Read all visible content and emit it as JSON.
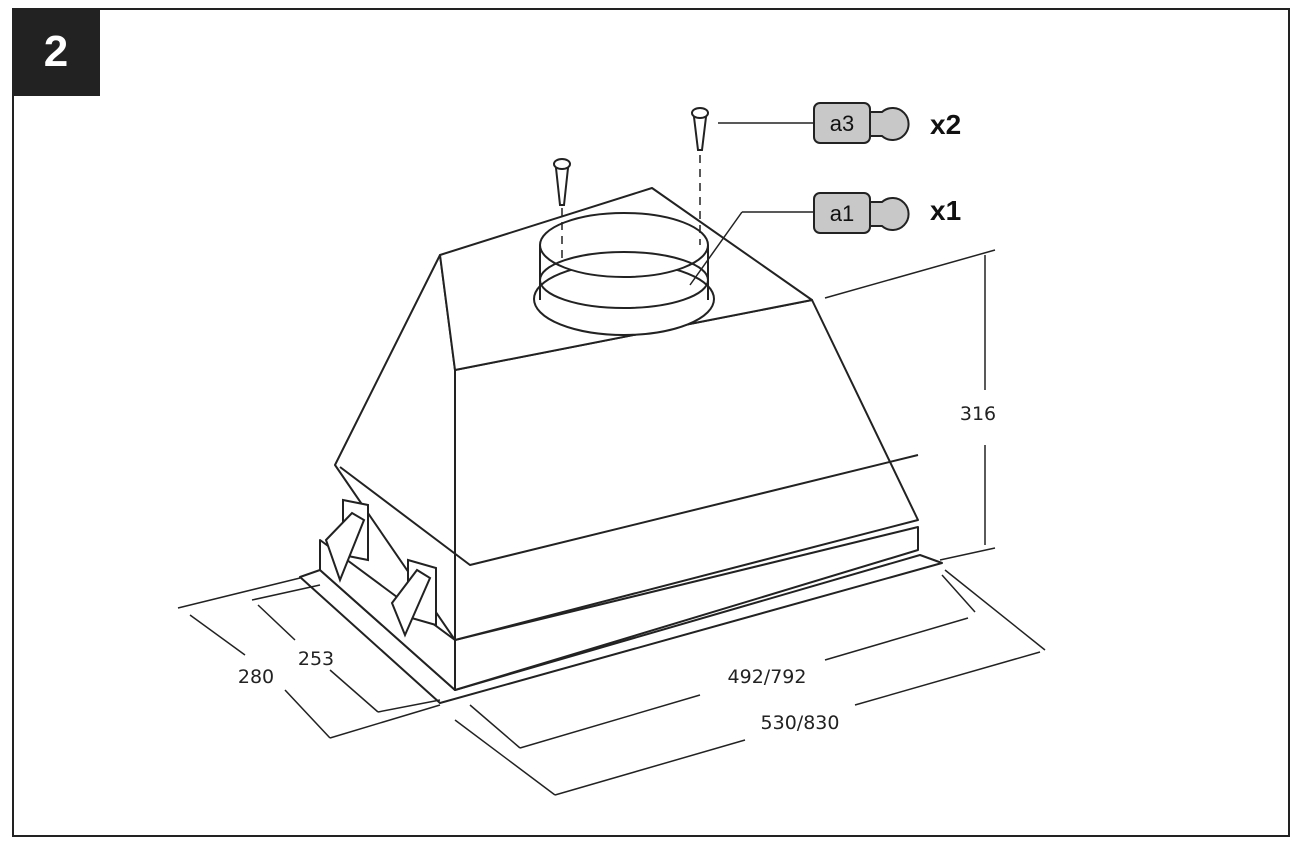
{
  "step": {
    "number": "2"
  },
  "parts": [
    {
      "id": "a3",
      "quantity": "x2"
    },
    {
      "id": "a1",
      "quantity": "x1"
    }
  ],
  "dimensions": {
    "height": "316",
    "depth_outer": "280",
    "depth_inner": "253",
    "width_inner": "492/792",
    "width_outer": "530/830"
  },
  "colors": {
    "line": "#222222",
    "tag_fill": "#c8c8c8",
    "panel": "#222222"
  }
}
